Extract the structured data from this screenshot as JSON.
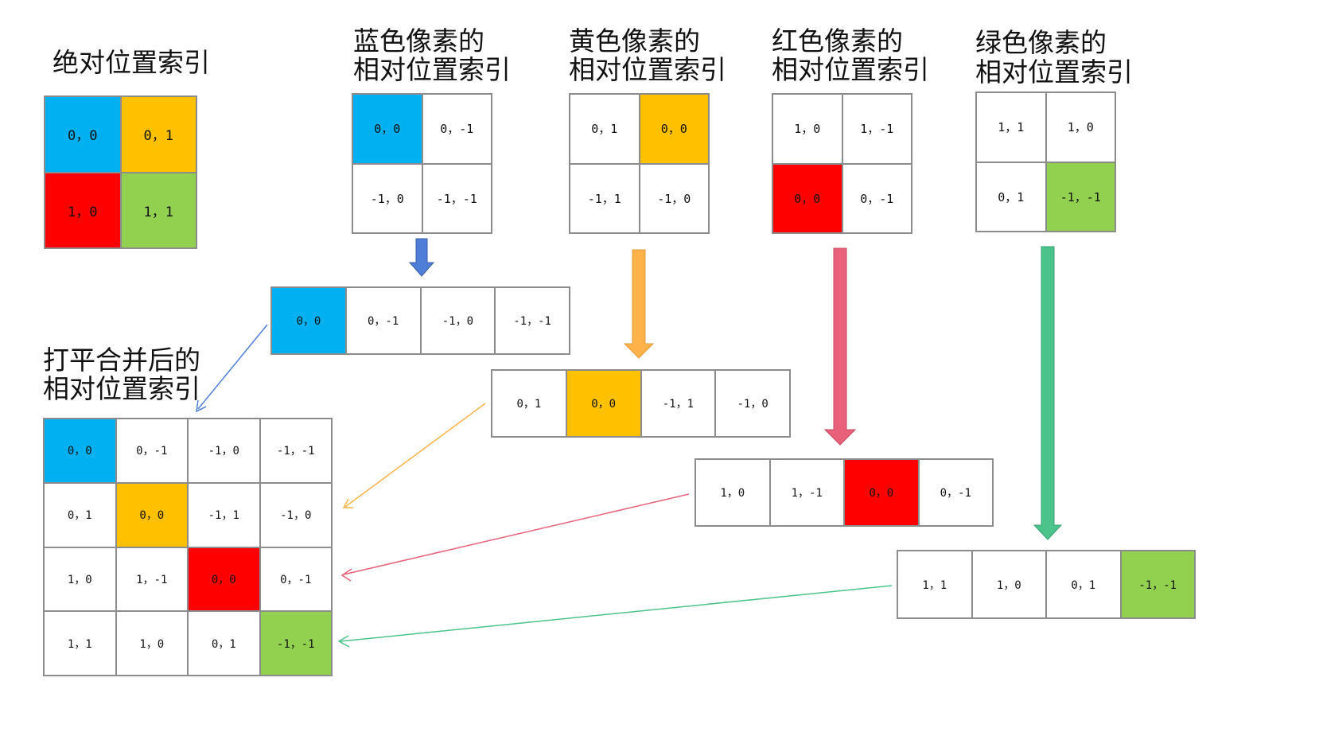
{
  "colors": {
    "blue": "#00B0F0",
    "yellow": "#FFC000",
    "red": "#FF0000",
    "green": "#92D050",
    "white": "#FFFFFF"
  },
  "absolute": {
    "title": "绝对位置索引",
    "cells": [
      {
        "text": "0，0",
        "color": "blue"
      },
      {
        "text": "0，1",
        "color": "yellow"
      },
      {
        "text": "1，0",
        "color": "red"
      },
      {
        "text": "1，1",
        "color": "green"
      }
    ]
  },
  "blue_rel": {
    "title_line1": "蓝色像素的",
    "title_line2": "相对位置索引",
    "cells": [
      {
        "text": "0，0",
        "color": "blue"
      },
      {
        "text": "0，-1",
        "color": "white"
      },
      {
        "text": "-1，0",
        "color": "white"
      },
      {
        "text": "-1，-1",
        "color": "white"
      }
    ]
  },
  "yellow_rel": {
    "title_line1": "黄色像素的",
    "title_line2": "相对位置索引",
    "cells": [
      {
        "text": "0，1",
        "color": "white"
      },
      {
        "text": "0，0",
        "color": "yellow"
      },
      {
        "text": "-1，1",
        "color": "white"
      },
      {
        "text": "-1，0",
        "color": "white"
      }
    ]
  },
  "red_rel": {
    "title_line1": "红色像素的",
    "title_line2": "相对位置索引",
    "cells": [
      {
        "text": "1，0",
        "color": "white"
      },
      {
        "text": "1，-1",
        "color": "white"
      },
      {
        "text": "0，0",
        "color": "red"
      },
      {
        "text": "0，-1",
        "color": "white"
      }
    ]
  },
  "green_rel": {
    "title_line1": "绿色像素的",
    "title_line2": "相对位置索引",
    "cells": [
      {
        "text": "1，1",
        "color": "white"
      },
      {
        "text": "1，0",
        "color": "white"
      },
      {
        "text": "0，1",
        "color": "white"
      },
      {
        "text": "-1，-1",
        "color": "green"
      }
    ]
  },
  "blue_flat": {
    "cells": [
      {
        "text": "0，0",
        "color": "blue"
      },
      {
        "text": "0，-1",
        "color": "white"
      },
      {
        "text": "-1，0",
        "color": "white"
      },
      {
        "text": "-1，-1",
        "color": "white"
      }
    ]
  },
  "yellow_flat": {
    "cells": [
      {
        "text": "0，1",
        "color": "white"
      },
      {
        "text": "0，0",
        "color": "yellow"
      },
      {
        "text": "-1，1",
        "color": "white"
      },
      {
        "text": "-1，0",
        "color": "white"
      }
    ]
  },
  "red_flat": {
    "cells": [
      {
        "text": "1，0",
        "color": "white"
      },
      {
        "text": "1，-1",
        "color": "white"
      },
      {
        "text": "0，0",
        "color": "red"
      },
      {
        "text": "0，-1",
        "color": "white"
      }
    ]
  },
  "green_flat": {
    "cells": [
      {
        "text": "1，1",
        "color": "white"
      },
      {
        "text": "1，0",
        "color": "white"
      },
      {
        "text": "0，1",
        "color": "white"
      },
      {
        "text": "-1，-1",
        "color": "green"
      }
    ]
  },
  "merged": {
    "title_line1": "打平合并后的",
    "title_line2": "相对位置索引",
    "cells": [
      {
        "text": "0，0",
        "color": "blue"
      },
      {
        "text": "0，-1",
        "color": "white"
      },
      {
        "text": "-1，0",
        "color": "white"
      },
      {
        "text": "-1，-1",
        "color": "white"
      },
      {
        "text": "0，1",
        "color": "white"
      },
      {
        "text": "0，0",
        "color": "yellow"
      },
      {
        "text": "-1，1",
        "color": "white"
      },
      {
        "text": "-1，0",
        "color": "white"
      },
      {
        "text": "1，0",
        "color": "white"
      },
      {
        "text": "1，-1",
        "color": "white"
      },
      {
        "text": "0，0",
        "color": "red"
      },
      {
        "text": "0，-1",
        "color": "white"
      },
      {
        "text": "1，1",
        "color": "white"
      },
      {
        "text": "1，0",
        "color": "white"
      },
      {
        "text": "0，1",
        "color": "white"
      },
      {
        "text": "-1，-1",
        "color": "green"
      }
    ]
  },
  "arrow_colors": {
    "blue": "#4F7ED8",
    "yellow": "#FFB24A",
    "red": "#E8607A",
    "green": "#4CC38A"
  }
}
